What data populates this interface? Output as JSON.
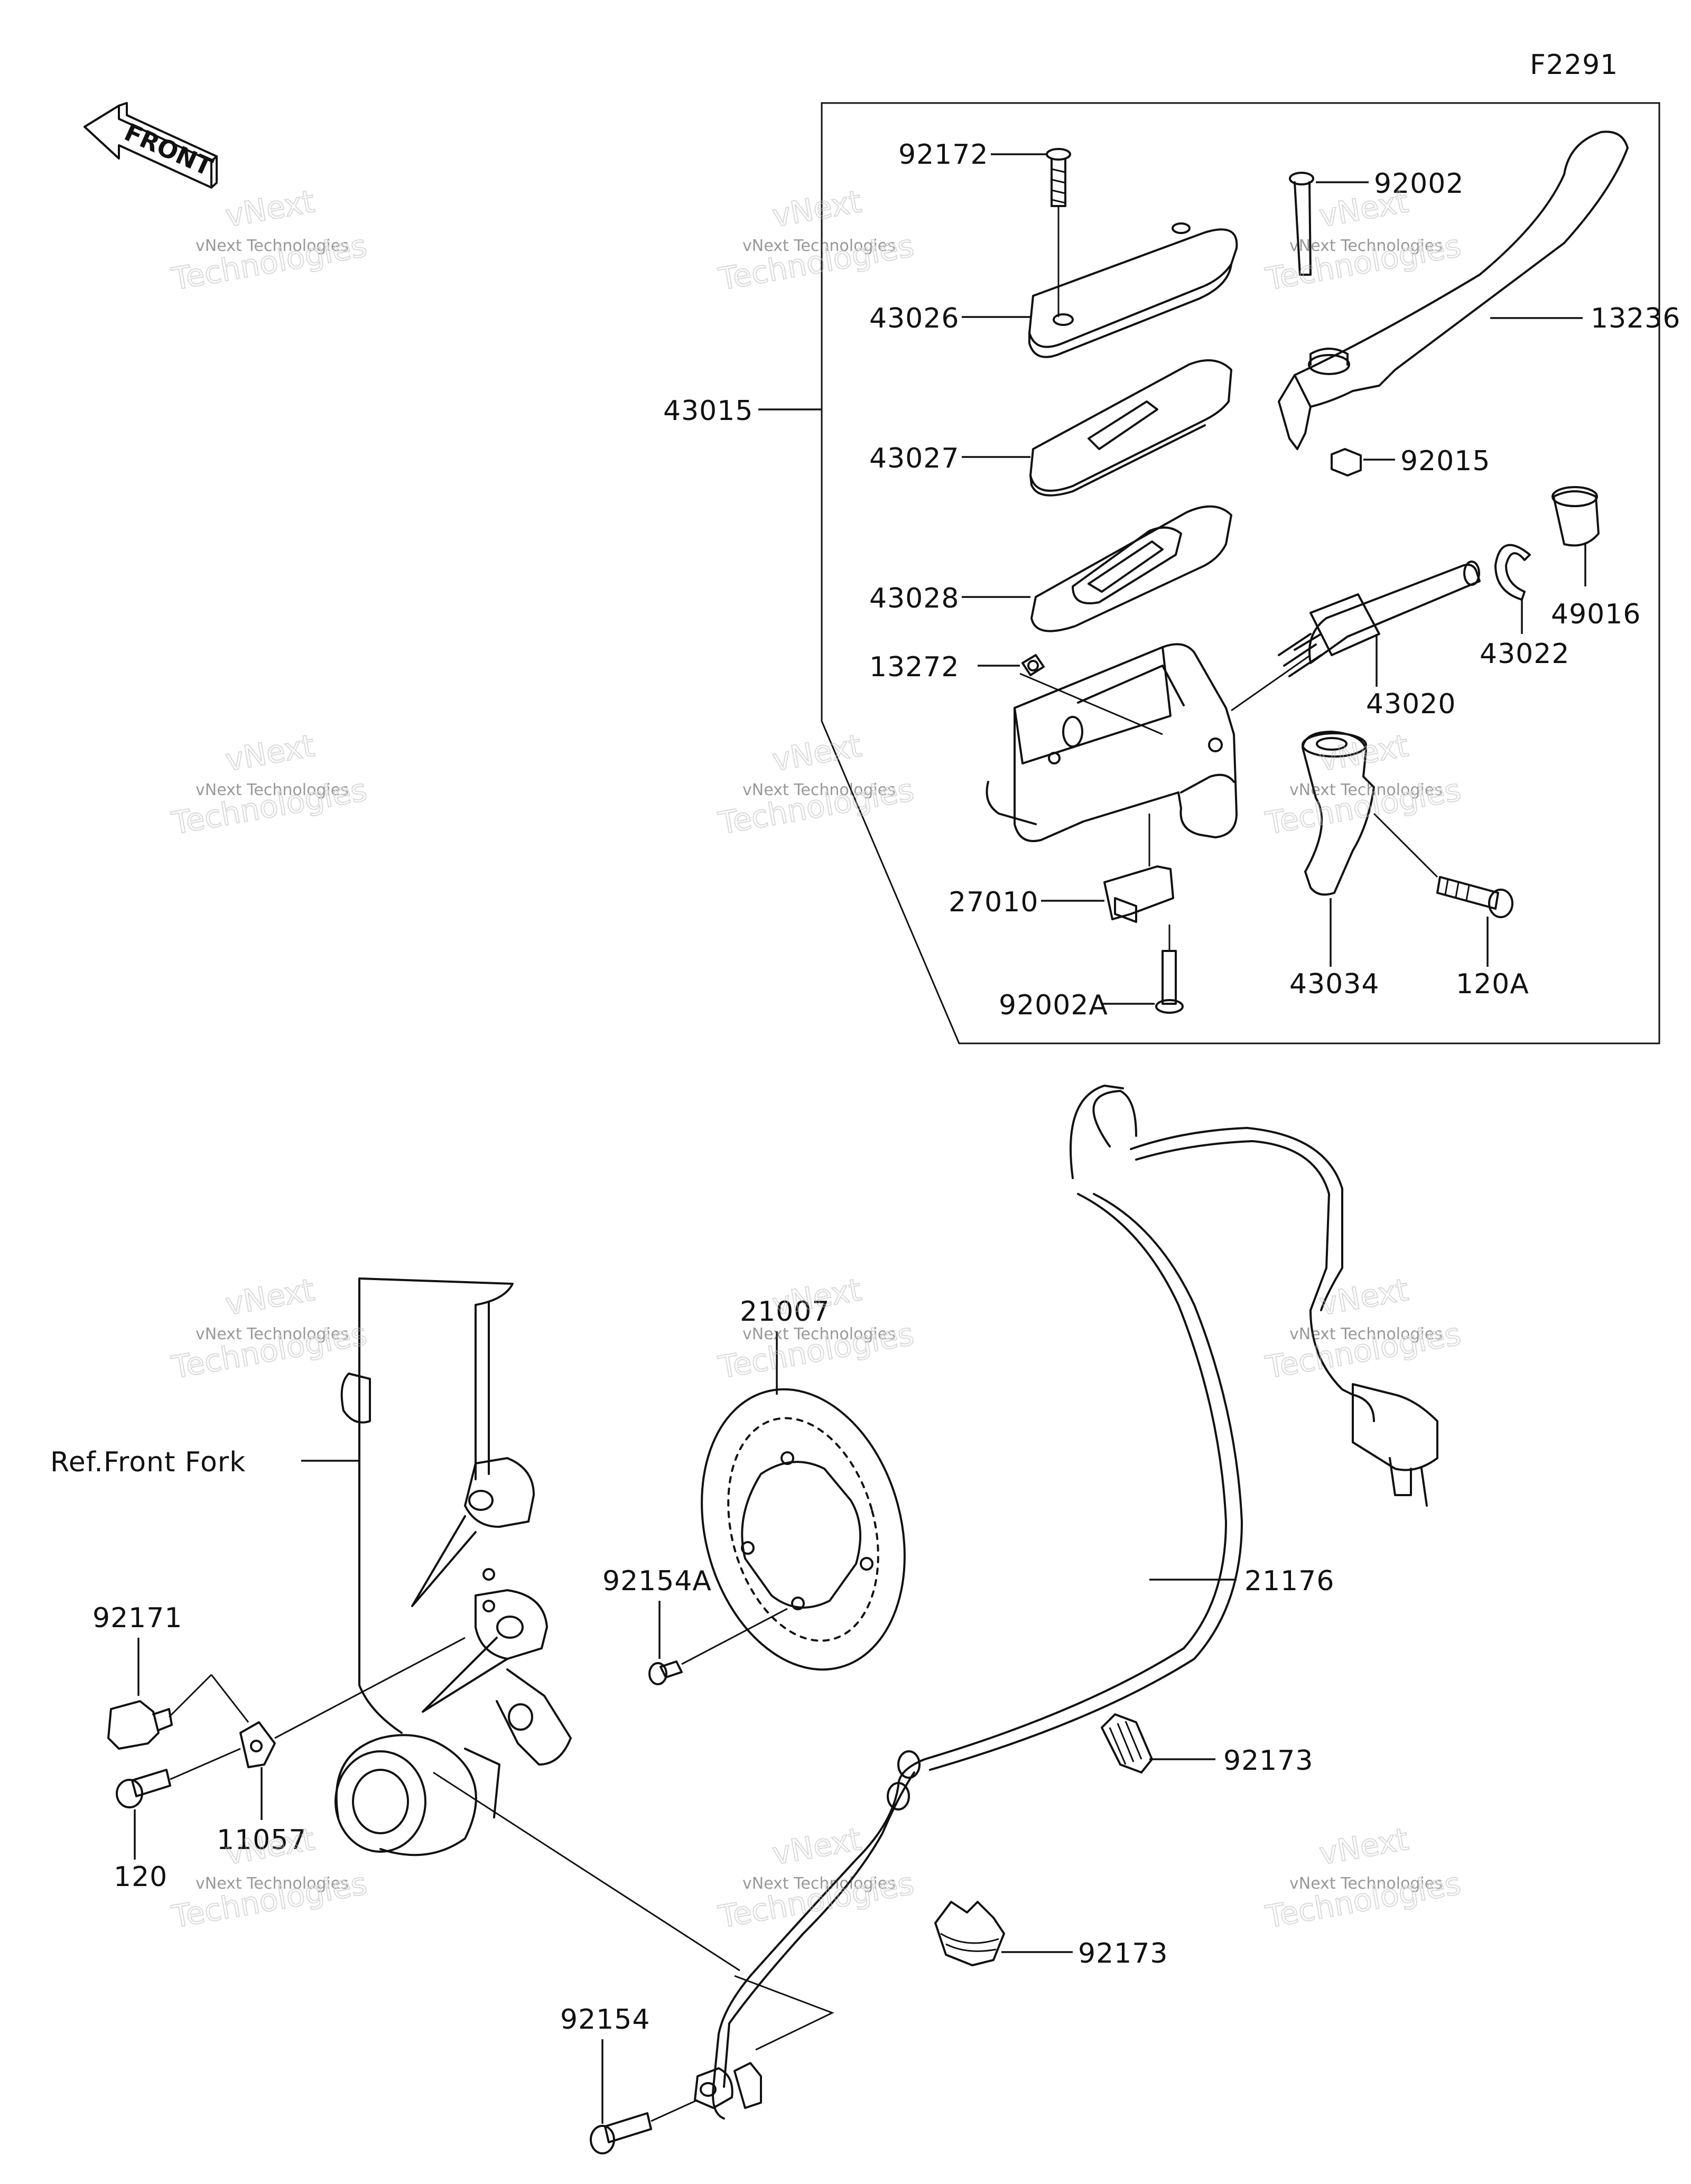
{
  "figure_id": "F2291",
  "front_arrow_text": "FRONT",
  "watermark": {
    "line1": "vNext",
    "line2": "vNext Technologies",
    "line3": "Technologies"
  },
  "reference_label": "Ref.Front Fork",
  "parts": [
    {
      "key": "p92172",
      "label": "92172"
    },
    {
      "key": "p92002",
      "label": "92002"
    },
    {
      "key": "p43026",
      "label": "43026"
    },
    {
      "key": "p13236",
      "label": "13236"
    },
    {
      "key": "p43015",
      "label": "43015"
    },
    {
      "key": "p43027",
      "label": "43027"
    },
    {
      "key": "p92015",
      "label": "92015"
    },
    {
      "key": "p43028",
      "label": "43028"
    },
    {
      "key": "p49016",
      "label": "49016"
    },
    {
      "key": "p13272",
      "label": "13272"
    },
    {
      "key": "p43022",
      "label": "43022"
    },
    {
      "key": "p43020",
      "label": "43020"
    },
    {
      "key": "p27010",
      "label": "27010"
    },
    {
      "key": "p92002A",
      "label": "92002A"
    },
    {
      "key": "p43034",
      "label": "43034"
    },
    {
      "key": "p120A",
      "label": "120A"
    },
    {
      "key": "p21007",
      "label": "21007"
    },
    {
      "key": "p21176",
      "label": "21176"
    },
    {
      "key": "p92154A",
      "label": "92154A"
    },
    {
      "key": "p92171",
      "label": "92171"
    },
    {
      "key": "p11057",
      "label": "11057"
    },
    {
      "key": "p120",
      "label": "120"
    },
    {
      "key": "p92173a",
      "label": "92173"
    },
    {
      "key": "p92173b",
      "label": "92173"
    },
    {
      "key": "p92154",
      "label": "92154"
    }
  ]
}
